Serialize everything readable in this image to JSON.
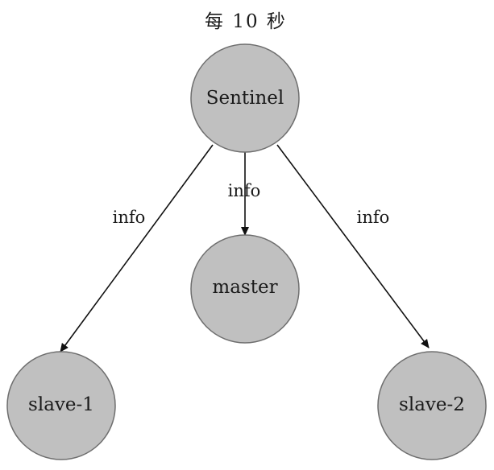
{
  "title": "每 10 秒",
  "nodes": {
    "sentinel": "Sentinel",
    "master": "master",
    "slave1": "slave-1",
    "slave2": "slave-2"
  },
  "edges": {
    "to_master": "info",
    "to_slave1": "info",
    "to_slave2": "info"
  }
}
